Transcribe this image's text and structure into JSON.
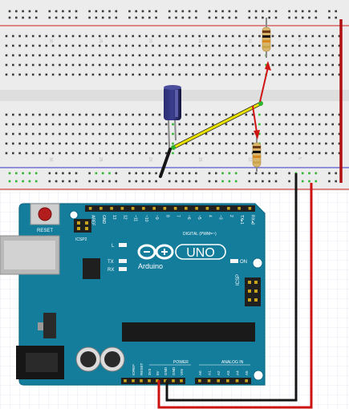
{
  "colors": {
    "background_grid": "#dfe7f2",
    "breadboard": "#ececec",
    "rail_red": "#d11f1f",
    "rail_blue": "#3535c8",
    "hole": "#3a3a3a",
    "hole_connected": "#2fb52f",
    "arduino": "#147d9c",
    "arduino_edge": "#0f6a86",
    "header": "#202020",
    "wire_red": "#cc1111",
    "wire_black": "#151515",
    "wire_yellow": "#e8e000",
    "capacitor": "#1b1d55"
  },
  "breadboard": {
    "column_numbers": [
      "30",
      "25",
      "20",
      "15",
      "10",
      "5",
      "1"
    ]
  },
  "components": {
    "capacitor_icon": "electrolytic-capacitor",
    "resistor_icon": "resistor"
  },
  "arduino": {
    "reset_label": "RESET",
    "icsp2_label": "ICSP2",
    "icsp_label": "ICSP",
    "brand": "Arduino",
    "model": "UNO",
    "led_l": "L",
    "led_tx": "TX",
    "led_rx": "RX",
    "led_on": "ON",
    "digital_label": "DIGITAL (PWM=~)",
    "power_label": "POWER",
    "analog_label": "ANALOG IN",
    "top_pins": [
      "AREF",
      "GND",
      "13",
      "12",
      "~11",
      "~10",
      "~9",
      "8",
      "7",
      "~6",
      "~5",
      "4",
      "~3",
      "2",
      "TX▸1",
      "RX◂0"
    ],
    "power_pins": [
      "IOREF",
      "RESET",
      "3V3",
      "5V",
      "GND",
      "GND",
      "VIN"
    ],
    "analog_pins": [
      "A0",
      "A1",
      "A2",
      "A3",
      "A4",
      "A5"
    ]
  }
}
